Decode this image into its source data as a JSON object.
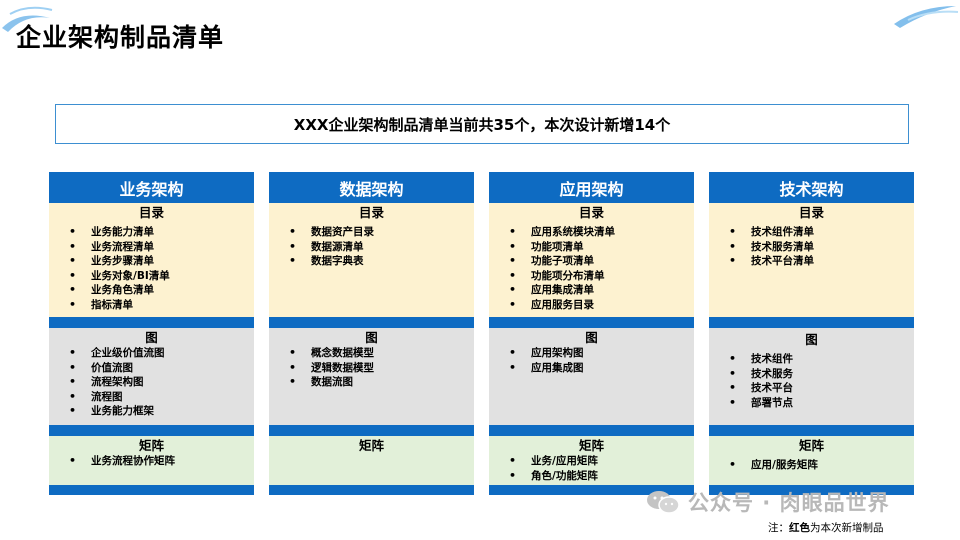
{
  "title": "企业架构制品清单",
  "summary": "XXX企业架构制品清单当前共35个，本次设计新增14个",
  "columns": [
    {
      "header": "业务架构",
      "catalog_title": "目录",
      "catalog_items": [
        "业务能力清单",
        "业务流程清单",
        "业务步骤清单",
        "业务对象/BI清单",
        "业务角色清单",
        "指标清单"
      ],
      "diagram_title": "图",
      "diagram_items": [
        "企业级价值流图",
        "价值流图",
        "流程架构图",
        "流程图",
        "业务能力框架"
      ],
      "matrix_title": "矩阵",
      "matrix_items": [
        "业务流程协作矩阵"
      ]
    },
    {
      "header": "数据架构",
      "catalog_title": "目录",
      "catalog_items": [
        "数据资产目录",
        "数据源清单",
        "数据字典表"
      ],
      "diagram_title": "图",
      "diagram_items": [
        "概念数据模型",
        "逻辑数据模型",
        "数据流图"
      ],
      "matrix_title": "矩阵",
      "matrix_items": []
    },
    {
      "header": "应用架构",
      "catalog_title": "目录",
      "catalog_items": [
        "应用系统模块清单",
        "功能项清单",
        "功能子项清单",
        "功能项分布清单",
        "应用集成清单",
        "应用服务目录"
      ],
      "diagram_title": "图",
      "diagram_items": [
        "应用架构图",
        "应用集成图"
      ],
      "matrix_title": "矩阵",
      "matrix_items": [
        "业务/应用矩阵",
        "角色/功能矩阵"
      ]
    },
    {
      "header": "技术架构",
      "catalog_title": "目录",
      "catalog_items": [
        "技术组件清单",
        "技术服务清单",
        "技术平台清单"
      ],
      "diagram_title": "图",
      "diagram_items": [
        "技术组件",
        "技术服务",
        "技术平台",
        "部署节点"
      ],
      "matrix_title": "矩阵",
      "matrix_items": [
        "应用/服务矩阵"
      ]
    }
  ],
  "watermark": "公众号 · 肉眼品世界",
  "footnote": {
    "prefix": "注：",
    "highlight": "红色",
    "suffix": "为本次新增制品"
  },
  "colors": {
    "header_blue": "#0e6bc2",
    "catalog_bg": "#fdf2d0",
    "diagram_bg": "#e1e1e1",
    "matrix_bg": "#e2f0d9"
  }
}
